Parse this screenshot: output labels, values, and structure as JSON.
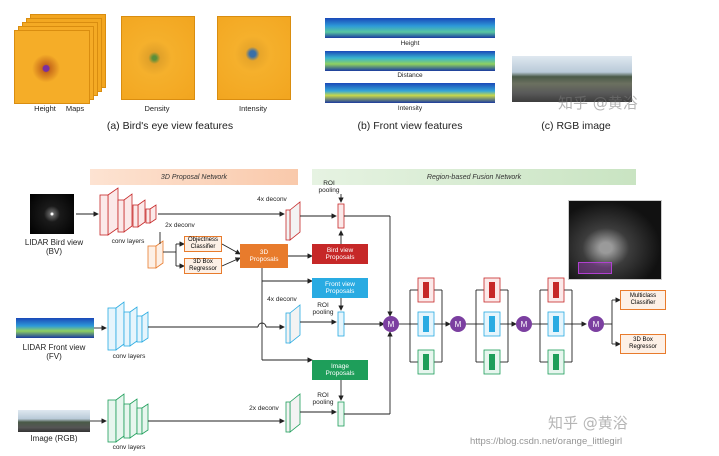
{
  "top": {
    "labels": {
      "height": "Height",
      "maps": "Maps",
      "density": "Density",
      "intensity": "Intensity",
      "fv_height": "Height",
      "fv_distance": "Distance",
      "fv_intensity": "Intensity"
    },
    "captions": {
      "a": "(a) Bird's eye view features",
      "b": "(b) Front view features",
      "c": "(c) RGB image"
    },
    "watermark": "知乎 @黄浴"
  },
  "network": {
    "banner_proposal": "3D Proposal Network",
    "banner_fusion": "Region-based Fusion Network",
    "inputs": {
      "bv": "LIDAR Bird view\n(BV)",
      "fv": "LIDAR Front view\n(FV)",
      "rgb": "Image (RGB)"
    },
    "labels": {
      "conv_layers_1": "conv layers",
      "conv_layers_2": "conv layers",
      "conv_layers_3": "conv layers",
      "deconv_4x_top": "4x deconv",
      "deconv_2x_top": "2x deconv",
      "deconv_4x_mid": "4x deconv",
      "deconv_2x_bot": "2x deconv",
      "roi_pool_1": "ROI\npooling",
      "roi_pool_2": "ROI\npooling",
      "roi_pool_3": "ROI\npooling",
      "merge": "M"
    },
    "boxes": {
      "objectness": "Objectness\nClassifier",
      "box_regressor_rpn": "3D Box\nRegressor",
      "proposals_3d": "3D\nProposals",
      "bird_view_proposals": "Bird view\nProposals",
      "front_view_proposals": "Front view\nProposals",
      "image_proposals": "Image\nProposals",
      "multiclass": "Multiclass\nClassifier",
      "box_regressor_out": "3D Box\nRegressor"
    },
    "watermark": "知乎 @黄浴",
    "url_watermark": "https://blog.csdn.net/orange_littlegirl"
  },
  "colors": {
    "orange_feature": "#f5a623",
    "red": "#c62828",
    "blue": "#29abe2",
    "green": "#1e9e5a",
    "orange_box": "#e87b2c",
    "purple": "#7b3fa0",
    "banner_orange": "#fbd9c4",
    "banner_green": "#d6ecd2"
  }
}
